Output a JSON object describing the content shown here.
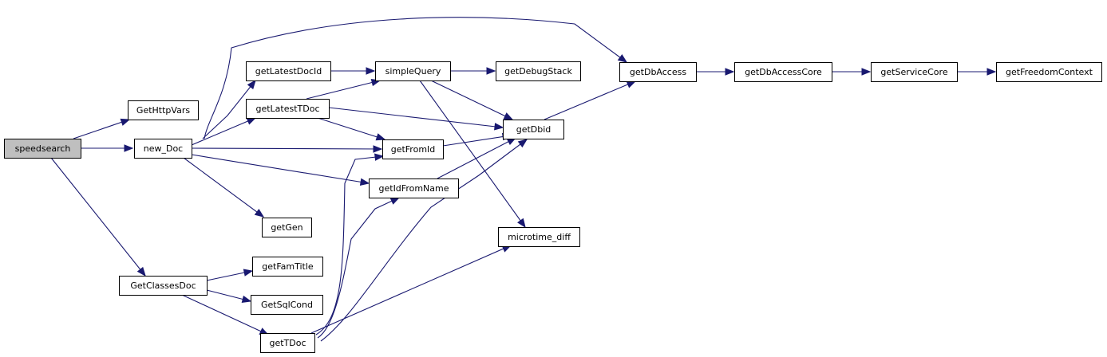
{
  "diagram": {
    "type": "call-graph",
    "edge_color": "#191970",
    "node_fill": "#ffffff",
    "root_fill": "#bfbfbf",
    "root": "speedsearch",
    "nodes": [
      {
        "id": "speedsearch",
        "label": "speedsearch"
      },
      {
        "id": "GetHttpVars",
        "label": "GetHttpVars"
      },
      {
        "id": "new_Doc",
        "label": "new_Doc"
      },
      {
        "id": "GetClassesDoc",
        "label": "GetClassesDoc"
      },
      {
        "id": "getLatestDocId",
        "label": "getLatestDocId"
      },
      {
        "id": "getLatestTDoc",
        "label": "getLatestTDoc"
      },
      {
        "id": "getGen",
        "label": "getGen"
      },
      {
        "id": "getFamTitle",
        "label": "getFamTitle"
      },
      {
        "id": "GetSqlCond",
        "label": "GetSqlCond"
      },
      {
        "id": "getTDoc",
        "label": "getTDoc"
      },
      {
        "id": "simpleQuery",
        "label": "simpleQuery"
      },
      {
        "id": "getFromId",
        "label": "getFromId"
      },
      {
        "id": "getIdFromName",
        "label": "getIdFromName"
      },
      {
        "id": "getDebugStack",
        "label": "getDebugStack"
      },
      {
        "id": "getDbid",
        "label": "getDbid"
      },
      {
        "id": "microtime_diff",
        "label": "microtime_diff"
      },
      {
        "id": "getDbAccess",
        "label": "getDbAccess"
      },
      {
        "id": "getDbAccessCore",
        "label": "getDbAccessCore"
      },
      {
        "id": "getServiceCore",
        "label": "getServiceCore"
      },
      {
        "id": "getFreedomContext",
        "label": "getFreedomContext"
      }
    ],
    "edges": [
      {
        "from": "speedsearch",
        "to": "GetHttpVars"
      },
      {
        "from": "speedsearch",
        "to": "new_Doc"
      },
      {
        "from": "speedsearch",
        "to": "GetClassesDoc"
      },
      {
        "from": "new_Doc",
        "to": "getDbAccess"
      },
      {
        "from": "new_Doc",
        "to": "getLatestDocId"
      },
      {
        "from": "new_Doc",
        "to": "getLatestTDoc"
      },
      {
        "from": "new_Doc",
        "to": "getFromId"
      },
      {
        "from": "new_Doc",
        "to": "getIdFromName"
      },
      {
        "from": "new_Doc",
        "to": "getGen"
      },
      {
        "from": "GetClassesDoc",
        "to": "getFamTitle"
      },
      {
        "from": "GetClassesDoc",
        "to": "GetSqlCond"
      },
      {
        "from": "GetClassesDoc",
        "to": "getTDoc"
      },
      {
        "from": "getLatestDocId",
        "to": "simpleQuery"
      },
      {
        "from": "getLatestTDoc",
        "to": "simpleQuery"
      },
      {
        "from": "getLatestTDoc",
        "to": "getDbid"
      },
      {
        "from": "getLatestTDoc",
        "to": "getFromId"
      },
      {
        "from": "simpleQuery",
        "to": "getDebugStack"
      },
      {
        "from": "simpleQuery",
        "to": "getDbid"
      },
      {
        "from": "simpleQuery",
        "to": "microtime_diff"
      },
      {
        "from": "getFromId",
        "to": "getDbid"
      },
      {
        "from": "getIdFromName",
        "to": "getDbid"
      },
      {
        "from": "getTDoc",
        "to": "getFromId"
      },
      {
        "from": "getTDoc",
        "to": "getIdFromName"
      },
      {
        "from": "getTDoc",
        "to": "getDbid"
      },
      {
        "from": "getTDoc",
        "to": "microtime_diff"
      },
      {
        "from": "getDbid",
        "to": "getDbAccess"
      },
      {
        "from": "getDbAccess",
        "to": "getDbAccessCore"
      },
      {
        "from": "getDbAccessCore",
        "to": "getServiceCore"
      },
      {
        "from": "getServiceCore",
        "to": "getFreedomContext"
      }
    ]
  }
}
